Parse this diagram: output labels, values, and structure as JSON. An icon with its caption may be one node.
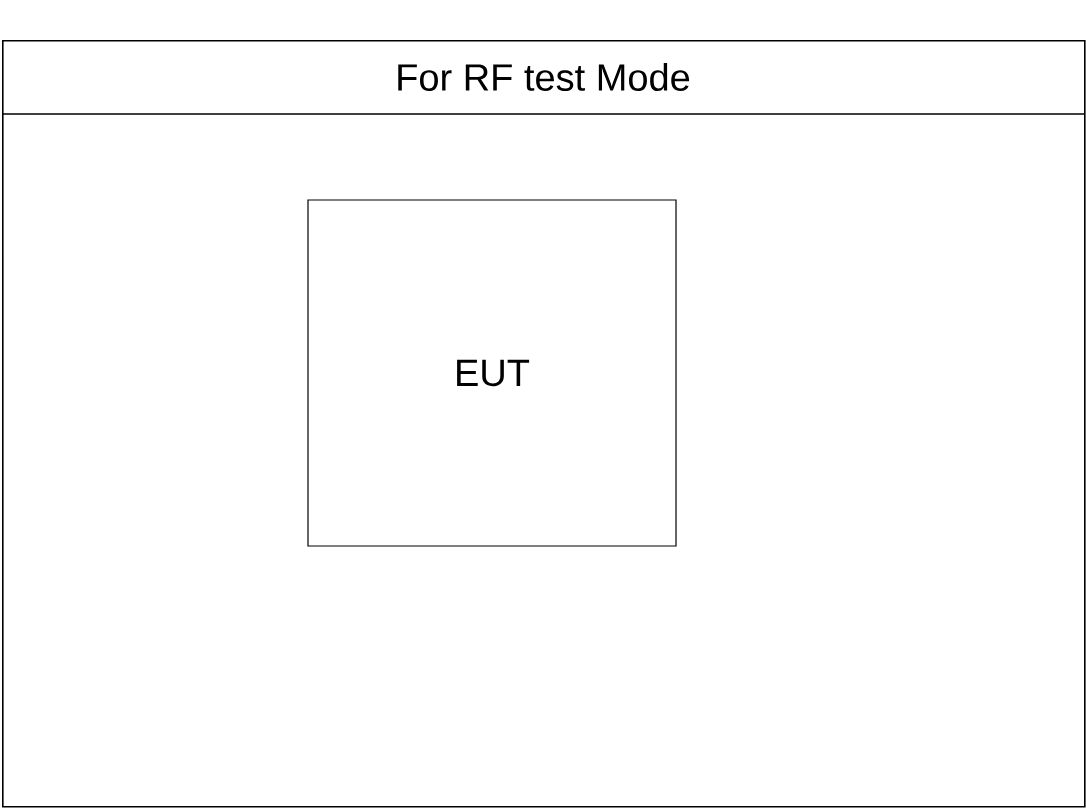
{
  "diagram": {
    "nodes": [
      {
        "text": [
          "For RF test Mode"
        ]
      },
      {
        "text": [
          "EUT"
        ],
        "in": 0
      }
    ]
  }
}
